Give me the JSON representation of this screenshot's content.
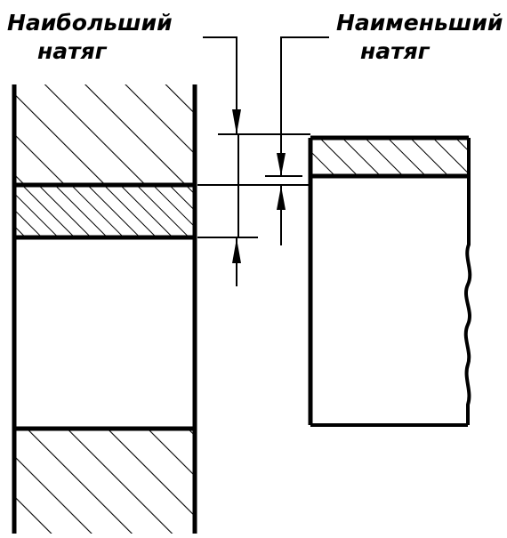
{
  "labels": {
    "max_interference_line1": "Наибольший",
    "max_interference_line2": "натяг",
    "min_interference_line1": "Наименьший",
    "min_interference_line2": "натяг"
  },
  "colors": {
    "ink": "#000000",
    "paper": "#ffffff"
  }
}
